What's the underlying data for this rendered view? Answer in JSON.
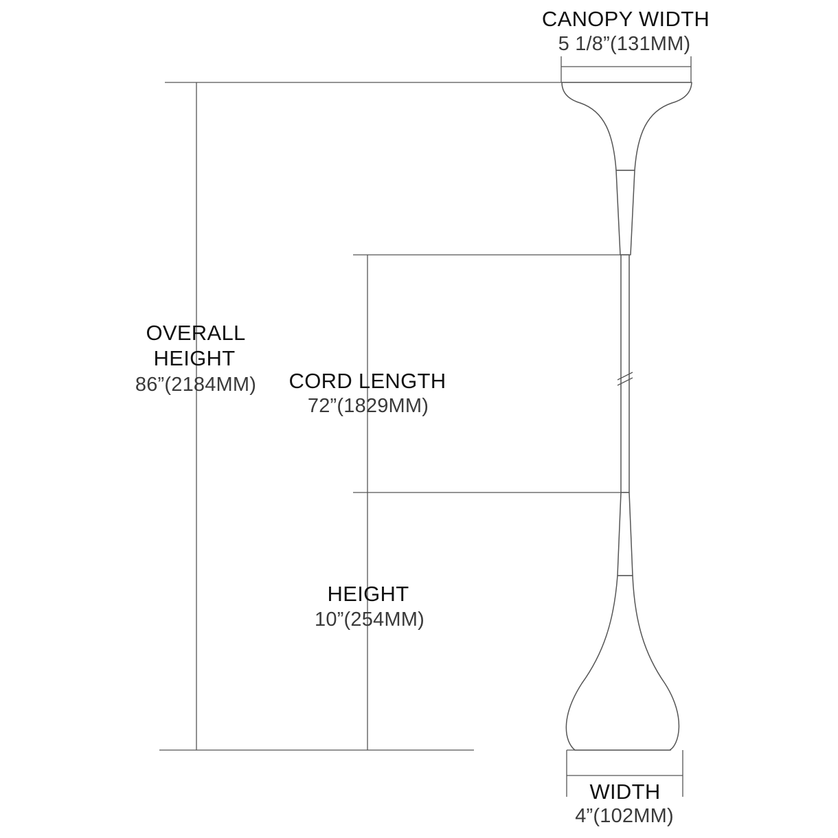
{
  "dimensions": {
    "canopy_width": {
      "title": "CANOPY WIDTH",
      "value": "5 1/8”(131MM)"
    },
    "overall_height": {
      "title_line1": "OVERALL",
      "title_line2": "HEIGHT",
      "value": "86”(2184MM)"
    },
    "cord_length": {
      "title": "CORD LENGTH",
      "value": "72”(1829MM)"
    },
    "height": {
      "title": "HEIGHT",
      "value": "10”(254MM)"
    },
    "width": {
      "title": "WIDTH",
      "value": "4”(102MM)"
    }
  },
  "colors": {
    "line": "#555555",
    "text": "#111111"
  }
}
